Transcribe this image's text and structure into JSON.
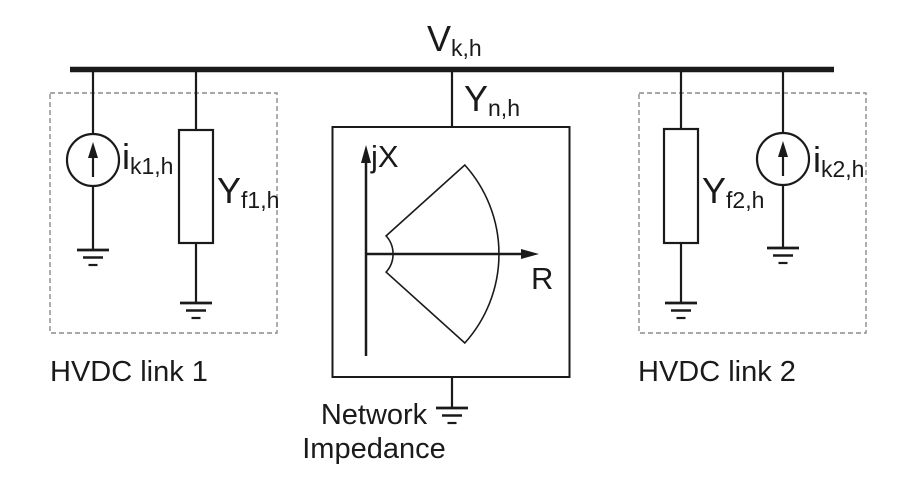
{
  "bus": {
    "voltage_main": "V",
    "voltage_sub": "k,h"
  },
  "network": {
    "admittance_main": "Y",
    "admittance_sub": "n,h",
    "axis_y_label": "jX",
    "axis_x_label": "R",
    "caption_line1": "Network",
    "caption_line2": "Impedance"
  },
  "hvdc_link_1": {
    "caption": "HVDC link 1",
    "current_source_main": "i",
    "current_source_sub": "k1,h",
    "filter_main": "Y",
    "filter_sub": "f1,h"
  },
  "hvdc_link_2": {
    "caption": "HVDC link 2",
    "current_source_main": "i",
    "current_source_sub": "k2,h",
    "filter_main": "Y",
    "filter_sub": "f2,h"
  },
  "colors": {
    "line": "#1a1a1a",
    "dashed_border": "#8c8c8c",
    "background": "#ffffff"
  }
}
